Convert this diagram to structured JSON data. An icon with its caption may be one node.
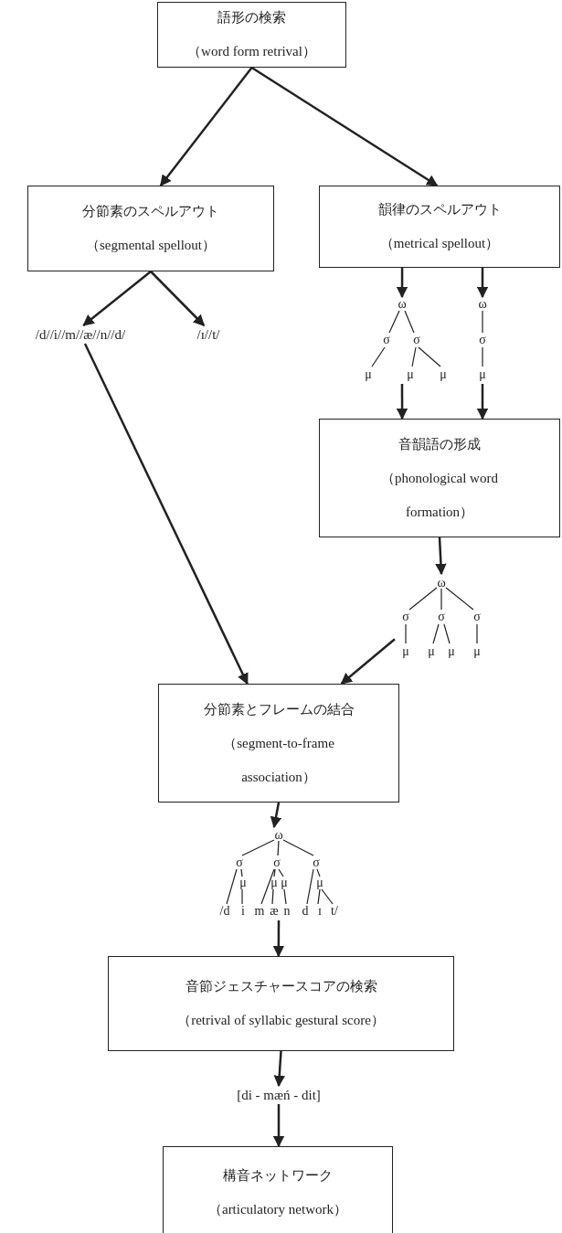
{
  "diagram": {
    "nodes": [
      {
        "text": [
          "語形の検索",
          "（word form retrival）"
        ]
      },
      {
        "text": [
          "分節素のスペルアウト",
          "（segmental spellout）"
        ]
      },
      {
        "text": [
          "韻律のスペルアウト",
          "（metrical spellout）"
        ]
      },
      {
        "text": [
          "/d//i//m//æ//n//d/"
        ]
      },
      {
        "text": [
          "/ɪ//t/"
        ]
      },
      {
        "text": [
          "ω",
          "σ",
          "σ",
          "μ",
          "μ",
          "μ"
        ]
      },
      {
        "text": [
          "ω",
          "σ",
          "μ"
        ]
      },
      {
        "text": [
          "音韻語の形成",
          "（phonological word formation）"
        ]
      },
      {
        "text": [
          "ω",
          "σ",
          "σ",
          "σ",
          "μ",
          "μ",
          "μ",
          "μ"
        ]
      },
      {
        "text": [
          "分節素とフレームの結合",
          "（segment-to-frame association）"
        ]
      },
      {
        "text": [
          "ω",
          "σ",
          "σ",
          "σ",
          "μ",
          "μ",
          "μ",
          "μ",
          "/d",
          "i",
          "m",
          "æ",
          "n",
          "d",
          "ɪ",
          "t/"
        ]
      },
      {
        "text": [
          "音節ジェスチャースコアの検索",
          "（retrival of syllabic gestural score）"
        ]
      },
      {
        "text": [
          "[di - mæń - dit]"
        ]
      },
      {
        "text": [
          "構音ネットワーク",
          "（articulatory network）"
        ]
      }
    ],
    "edges": [
      {
        "from": 0,
        "to": 1,
        "arrow": "to"
      },
      {
        "from": 0,
        "to": 2,
        "arrow": "to"
      },
      {
        "from": 1,
        "to": 3,
        "arrow": "to"
      },
      {
        "from": 1,
        "to": 4,
        "arrow": "to"
      },
      {
        "from": 2,
        "to": 5,
        "arrow": "to"
      },
      {
        "from": 2,
        "to": 6,
        "arrow": "to"
      },
      {
        "from": 5,
        "to": 7,
        "arrow": "to"
      },
      {
        "from": 6,
        "to": 7,
        "arrow": "to"
      },
      {
        "from": 7,
        "to": 8,
        "arrow": "to"
      },
      {
        "from": 3,
        "to": 9,
        "arrow": "to"
      },
      {
        "from": 8,
        "to": 9,
        "arrow": "to"
      },
      {
        "from": 9,
        "to": 10,
        "arrow": "to"
      },
      {
        "from": 10,
        "to": 11,
        "arrow": "to"
      },
      {
        "from": 11,
        "to": 12,
        "arrow": "to"
      },
      {
        "from": 12,
        "to": 13,
        "arrow": "to"
      }
    ]
  }
}
